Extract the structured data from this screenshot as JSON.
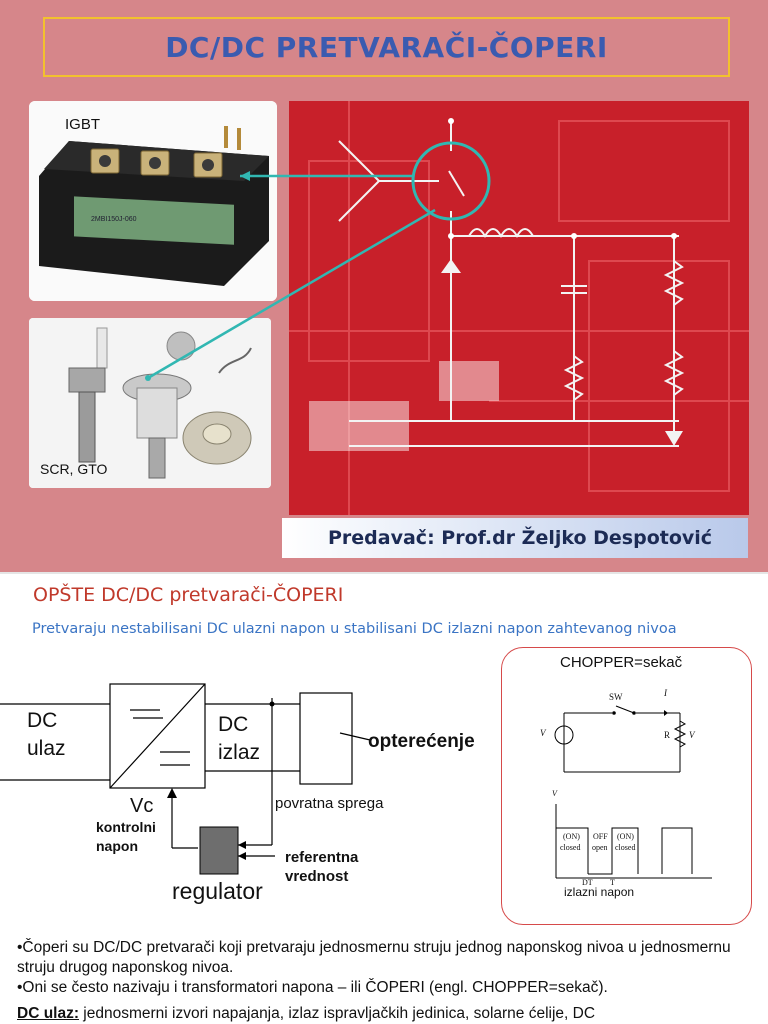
{
  "slide1": {
    "title": "DC/DC PRETVARAČI-ČOPERI",
    "igbt_label": "IGBT",
    "scr_label": "SCR, GTO",
    "lecturer": "Predavač: Prof.dr Željko Despotović",
    "module_text": "2MBI150J-060"
  },
  "slide2": {
    "heading": "OPŠTE   DC/DC pretvarači-ČOPERI",
    "subheading": "Pretvaraju nestabilisani DC ulazni napon  u stabilisani DC izlazni napon zahtevanog  nivoa",
    "diagram": {
      "dc_ulaz_1": "DC",
      "dc_ulaz_2": "ulaz",
      "dc_izlaz_1": "DC",
      "dc_izlaz_2": "izlaz",
      "opterecenje": "opterećenje",
      "vc": "Vc",
      "kontrolni": "kontrolni",
      "napon": "napon",
      "povratna": "povratna sprega",
      "referentna_1": "referentna",
      "referentna_2": "vrednost",
      "regulator": "regulator"
    },
    "chopper": {
      "title": "CHOPPER=sekač",
      "sw": "SW",
      "il": "I",
      "vs": "V",
      "rl": "R",
      "vo": "V",
      "on1": "(ON)",
      "closed1": "closed",
      "off": "OFF",
      "open": "open",
      "on2": "(ON)",
      "closed2": "closed",
      "dt": "DT",
      "t": "T",
      "izlazni": "izlazni napon",
      "vo_axis": "V"
    },
    "body": {
      "p1": "•Čoperi su DC/DC pretvarači koji pretvaraju jednosmernu struju jednog naponskog nivoa u jednosmernu struju drugog naponskog nivoa.",
      "p2": "•Oni se često nazivaju i transformatori napona – ili ČOPERI (engl. CHOPPER=sekač).",
      "p3_bold": "DC ulaz:",
      "p3": " jednosmerni izvori napajanja, izlaz ispravljačkih jedinica,  solarne  ćelije, DC"
    }
  }
}
